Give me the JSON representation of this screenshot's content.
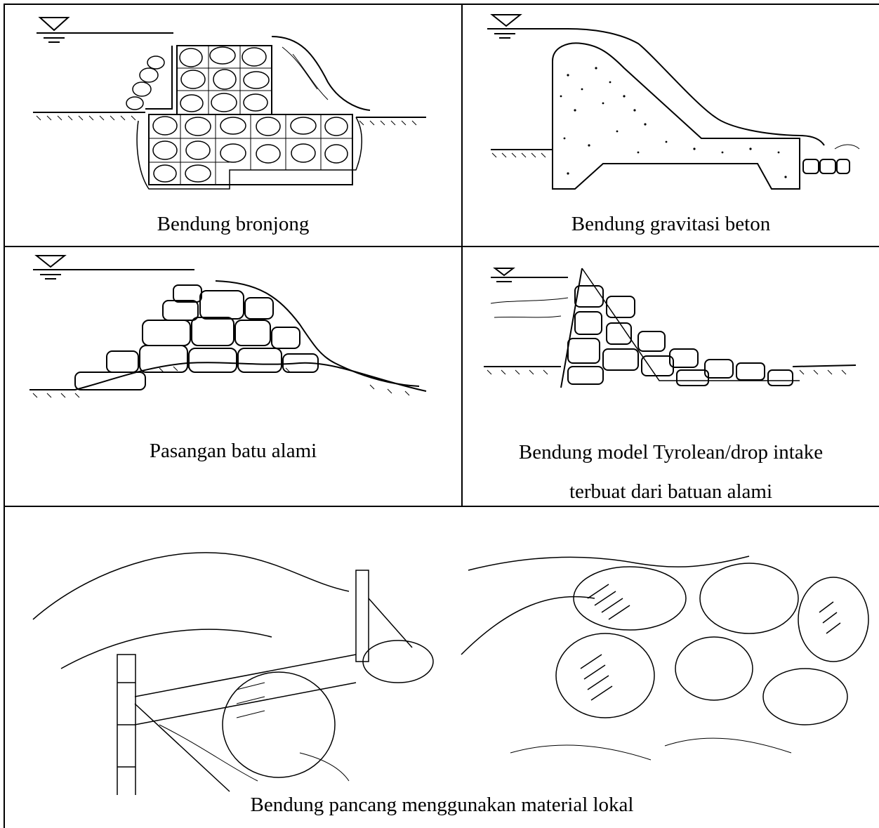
{
  "figure": {
    "cells": [
      {
        "caption_lines": [
          "Bendung bronjong"
        ],
        "illustration": "gabion-weir-cross-section"
      },
      {
        "caption_lines": [
          "Bendung gravitasi beton"
        ],
        "illustration": "concrete-gravity-weir-cross-section"
      },
      {
        "caption_lines": [
          "Pasangan batu alami"
        ],
        "illustration": "natural-stone-masonry-cross-section"
      },
      {
        "caption_lines": [
          "Bendung model Tyrolean/drop intake",
          "terbuat dari batuan alami"
        ],
        "illustration": "tyrolean-drop-intake-cross-section"
      },
      {
        "caption_lines": [
          "Bendung pancang menggunakan material lokal"
        ],
        "illustration": "local-material-pile-weir-sketches"
      }
    ]
  }
}
